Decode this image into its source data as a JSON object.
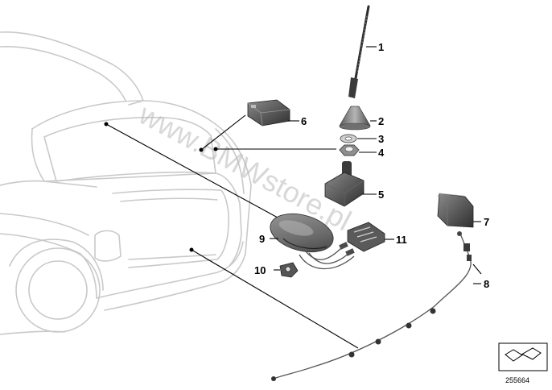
{
  "watermark": "www.BMWstore.pl",
  "reference_number": "255664",
  "callouts": [
    {
      "id": "p1",
      "label": "1"
    },
    {
      "id": "p2",
      "label": "2"
    },
    {
      "id": "p3",
      "label": "3"
    },
    {
      "id": "p4",
      "label": "4"
    },
    {
      "id": "p5",
      "label": "5"
    },
    {
      "id": "p6",
      "label": "6"
    },
    {
      "id": "p7",
      "label": "7"
    },
    {
      "id": "p8",
      "label": "8"
    },
    {
      "id": "p9",
      "label": "9"
    },
    {
      "id": "p10",
      "label": "10"
    },
    {
      "id": "p11",
      "label": "11"
    }
  ],
  "colors": {
    "car_outline": "#c9c9c9",
    "part_dark": "#3a3a3a",
    "part_mid": "#7a7a7a",
    "watermark": "#b9b9b9"
  }
}
